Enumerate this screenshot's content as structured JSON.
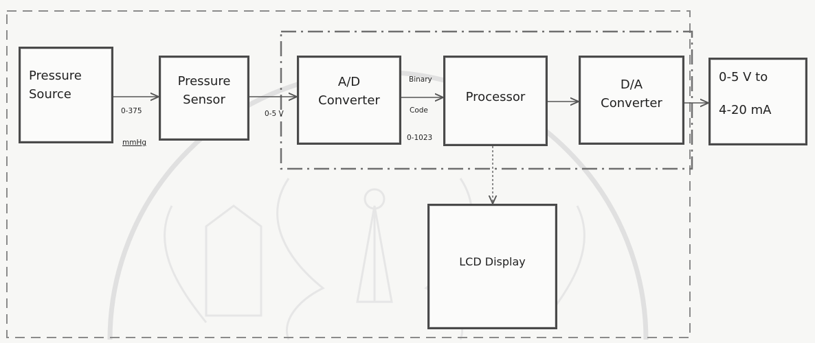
{
  "blocks": {
    "pressure_source": "Pressure\nSource",
    "pressure_sensor": "Pressure\nSensor",
    "ad_converter": "A/D\nConverter",
    "processor": "Processor",
    "da_converter": "D/A\nConverter",
    "voltage_to_current": "0-5 V to\n\n4-20 mA",
    "lcd_display": "LCD Display"
  },
  "edge_labels": {
    "source_range": "0-375",
    "source_unit": "mmHg",
    "sensor_output": "0-5 V",
    "binary": "Binary",
    "code": "Code",
    "code_range": "0-1023"
  },
  "colors": {
    "block_border": "#4a4a4a",
    "frame": "#8a8a8a",
    "wire": "#555555",
    "watermark": "#dedede"
  }
}
